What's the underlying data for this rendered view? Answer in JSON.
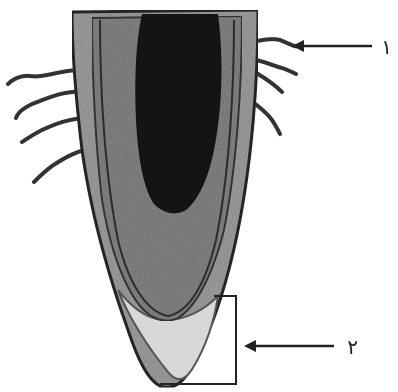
{
  "labels": [
    {
      "id": "1",
      "text": "١"
    },
    {
      "id": "2",
      "text": "٢"
    }
  ],
  "colors": {
    "background": "#ffffff",
    "ink": "#222222",
    "outer_shell": "#9a9a9a",
    "cortex": "#8c8c8c",
    "core": "#101010",
    "cap": "#d8d8d8"
  }
}
